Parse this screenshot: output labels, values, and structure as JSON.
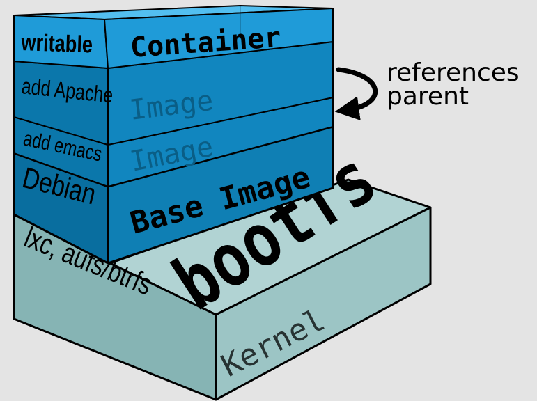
{
  "colors": {
    "background": "#e4e4e4",
    "kernel_front": "#9cc5c5",
    "kernel_side": "#86b4b4",
    "kernel_top": "#b1d3d3",
    "base_front": "#0f7fb4",
    "base_side": "#096e9f",
    "image_front": "#1186bf",
    "image_side": "#0b77ab",
    "container_front": "#1f9bd8",
    "container_top": "#53bff0",
    "outline": "#000000",
    "faint_text": "#0a5e86"
  },
  "layers": {
    "kernel": {
      "side_label": "lxc, aufs/btrfs",
      "front_label": "Kernel",
      "top_label": "bootfs"
    },
    "base_image": {
      "side_label": "Debian",
      "front_label": "Base Image"
    },
    "image_emacs": {
      "side_label": "add emacs",
      "front_label": "Image"
    },
    "image_apache": {
      "side_label": "add Apache",
      "front_label": "Image"
    },
    "container": {
      "side_label": "writable",
      "front_label": "Container"
    }
  },
  "annotation": {
    "line1": "references",
    "line2": "parent",
    "arrow_icon": "curved-arrow-icon"
  }
}
